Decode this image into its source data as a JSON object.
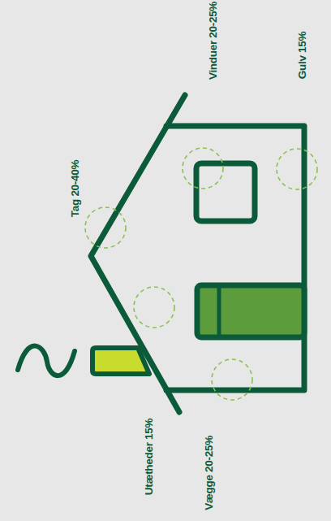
{
  "diagram": {
    "labels": [
      "Tag 20-40%",
      "Vinduer 20-25%",
      "Gulv 15%",
      "Utætheder 15%",
      "Vægge 20-25%"
    ]
  }
}
